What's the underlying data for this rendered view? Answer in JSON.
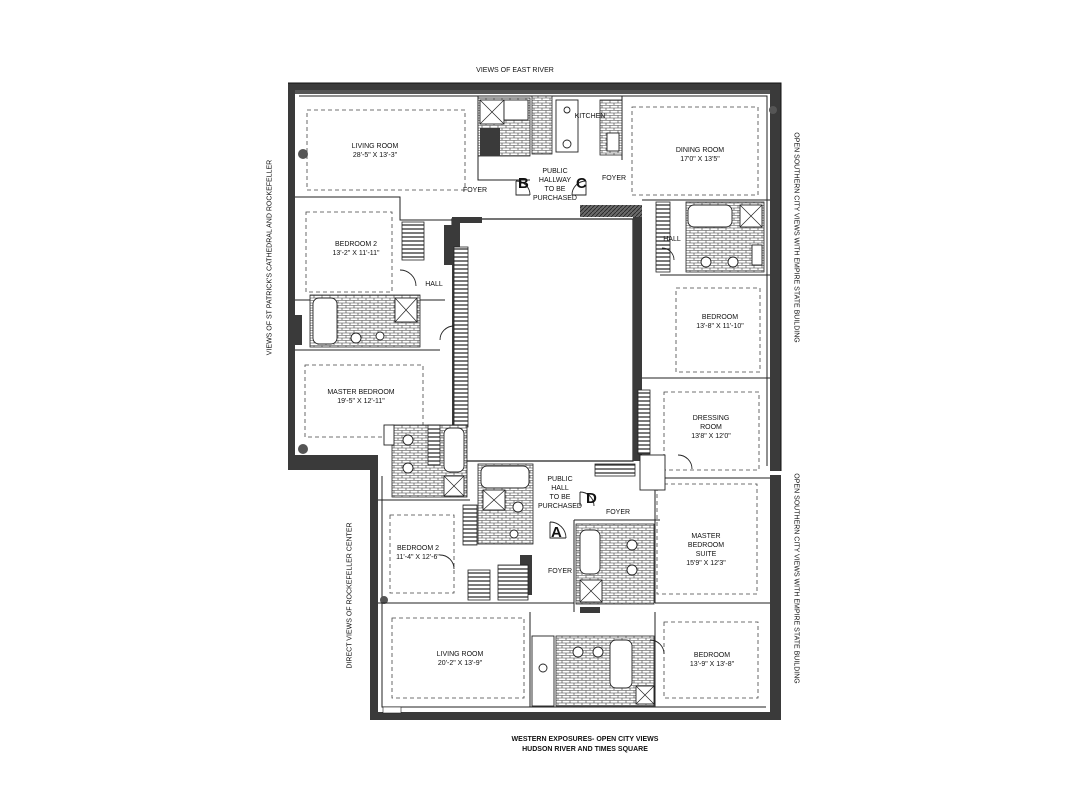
{
  "exposures": {
    "north": "VIEWS OF EAST RIVER",
    "south_line1": "WESTERN EXPOSURES- OPEN CITY VIEWS",
    "south_line2": "HUDSON RIVER AND TIMES SQUARE",
    "west_upper": "VIEWS OF ST PATRICK'S CATHEDRAL AND ROCKEFELLER",
    "west_lower": "DIRECT VIEWS OF ROCKEFELLER CENTER",
    "east_upper": "OPEN SOUTHERN CITY VIEWS WITH EMPIRE STATE BUILDING",
    "east_lower": "OPEN SOUTHERN CITY VIEWS WITH EMPIRE STATE BUILDING"
  },
  "rooms": {
    "living_room_north": {
      "name": "LIVING ROOM",
      "size": "28'-5\" x 13'-3\""
    },
    "dining_room": {
      "name": "DINING ROOM",
      "size": "17'0\" x 13'5\""
    },
    "kitchen": {
      "name": "KITCHEN"
    },
    "foyer_b": {
      "name": "FOYER"
    },
    "foyer_c": {
      "name": "FOYER"
    },
    "public_hallway": {
      "line1": "PUBLIC",
      "line2": "HALLWAY",
      "line3": "TO BE",
      "line4": "PURCHASED"
    },
    "bedroom2_north": {
      "name": "BEDROOM 2",
      "size": "13'-2\" x 11'-11\""
    },
    "hall_west": {
      "name": "HALL"
    },
    "hall_east": {
      "name": "HALL"
    },
    "bedroom_east": {
      "name": "BEDROOM",
      "size": "13'-8\" x 11'-10\""
    },
    "master_bedroom_west": {
      "name": "MASTER BEDROOM",
      "size": "19'-5\" x 12'-11\""
    },
    "dressing_room": {
      "line1": "DRESSING",
      "line2": "ROOM",
      "size": "13'8\" X 12'0\""
    },
    "public_hall_south": {
      "line1": "PUBLIC",
      "line2": "HALL",
      "line3": "TO BE",
      "line4": "PURCHASED"
    },
    "foyer_d": {
      "name": "FOYER"
    },
    "master_suite": {
      "line1": "MASTER",
      "line2": "BEDROOM",
      "line3": "SUITE",
      "size": "15'9\" x 12'3\""
    },
    "bedroom2_south": {
      "name": "BEDROOM 2",
      "size": "11'-4\" x 12'-6\""
    },
    "foyer_a": {
      "name": "FOYER"
    },
    "living_room_south": {
      "name": "LIVING ROOM",
      "size": "20'-2\" x 13'-9\""
    },
    "bedroom_south": {
      "name": "BEDROOM",
      "size": "13'-9\" x 13'-8\""
    }
  },
  "entry_markers": [
    "A",
    "B",
    "C",
    "D"
  ]
}
